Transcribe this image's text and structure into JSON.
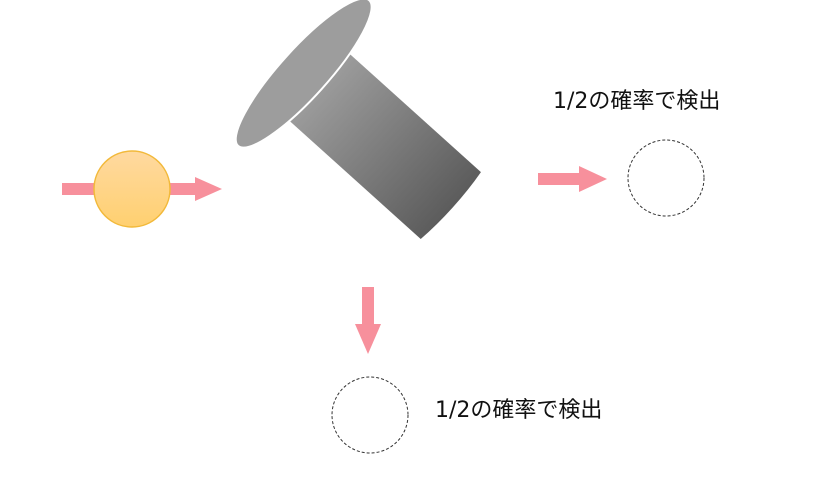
{
  "labels": {
    "transmitted": "1/2の確率で検出",
    "reflected": "1/2の確率で検出"
  },
  "colors": {
    "arrow": "#f7909c",
    "photon_fill": "#ffd27a",
    "photon_stroke": "#f2b93a",
    "detector_stroke": "#333333",
    "splitter_light": "#a0a0a0",
    "splitter_dark": "#606060",
    "splitter_edge": "#ffffff"
  },
  "icons": {
    "photon": "circle",
    "beam_splitter": "tilted-cylinder",
    "detector": "dashed-circle",
    "arrow": "right-arrow"
  }
}
